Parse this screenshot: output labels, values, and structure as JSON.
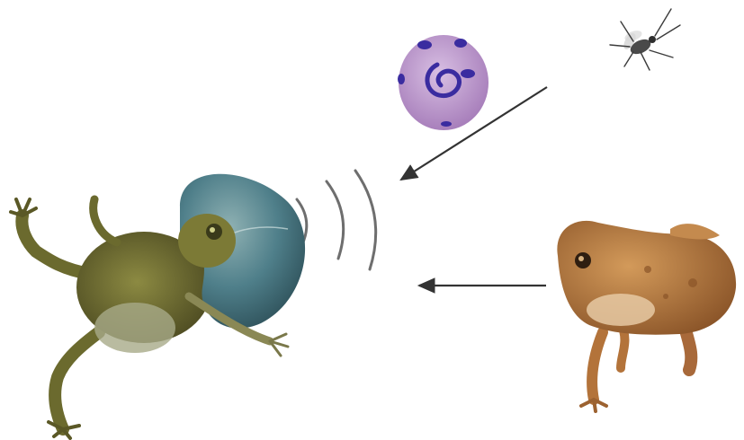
{
  "figure": {
    "subjects": [
      {
        "id": "calling-frog",
        "icon": "calling-frog-with-inflated-vocal-sac"
      },
      {
        "id": "parasite",
        "icon": "blood-parasite-micrograph"
      },
      {
        "id": "fly",
        "icon": "midge-fly"
      },
      {
        "id": "eavesdropper-frog",
        "icon": "brown-toad"
      }
    ],
    "call_waves": 3,
    "arrows": [
      {
        "from": "fly",
        "to": "call-waves"
      },
      {
        "from": "eavesdropper-frog",
        "to": "calling-frog"
      }
    ],
    "colors": {
      "frog_body": "#6b6a2e",
      "vocal_sac": "#4f7f8a",
      "parasite_cell": "#b58fc4",
      "parasite_stain": "#3a2ca0",
      "toad_body": "#b3733a",
      "arrow": "#333333"
    }
  }
}
